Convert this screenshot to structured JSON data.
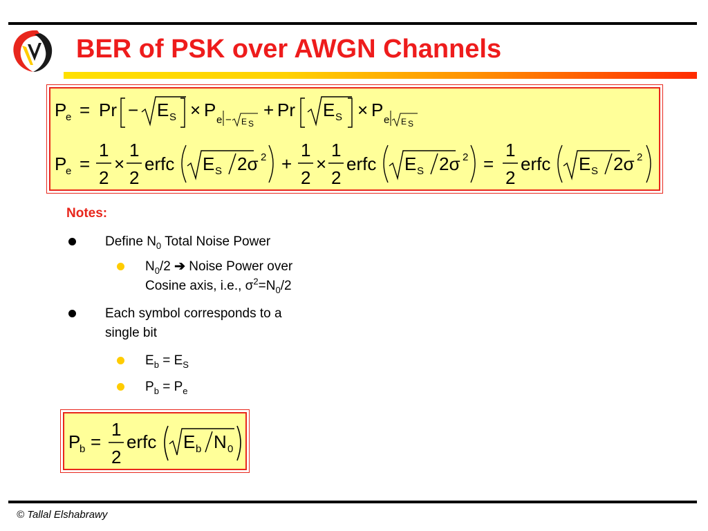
{
  "title": "BER of PSK over AWGN Channels",
  "eq": {
    "P": "P",
    "e": "e",
    "eq": "=",
    "Pr": "Pr",
    "times": "×",
    "plus": "+",
    "minus": "−",
    "E": "E",
    "S": "S",
    "one": "1",
    "two": "2",
    "erfc": "erfc",
    "sigma": "2σ",
    "sq": "2",
    "b": "b",
    "N": "N",
    "zero": "0",
    "slash": "/"
  },
  "notes": {
    "heading": "Notes:",
    "b1_a": "Define N",
    "b1_sub": "0",
    "b1_b": " Total Noise Power",
    "b1s_a": "N",
    "b1s_sub": "0",
    "b1s_b": "/2  ",
    "b1s_arrow": "➔",
    "b1s_c": " Noise Power over",
    "b1s_l2a": "Cosine axis, i.e., σ",
    "b1s_l2sup": "2",
    "b1s_l2b": "=N",
    "b1s_l2sub": "0",
    "b1s_l2c": "/2",
    "b2_l1": "Each symbol corresponds to a",
    "b2_l2": "single bit",
    "b2s1_a": "E",
    "b2s1_sub": "b",
    "b2s1_b": " = E",
    "b2s1_sub2": "S",
    "b2s2_a": "P",
    "b2s2_sub": "b",
    "b2s2_b": " = P",
    "b2s2_sub2": "e"
  },
  "footer": "© Tallal Elshabrawy",
  "colors": {
    "title": "#ee1c1c",
    "box_fill": "#ffff99",
    "box_border": "#e8261c",
    "sub_bullet": "#ffcc00"
  },
  "icons": {
    "logo": "university-logo-icon",
    "bullet": "black-disc-bullet",
    "sub_bullet": "yellow-disc-bullet",
    "arrow": "right-arrow-icon"
  }
}
